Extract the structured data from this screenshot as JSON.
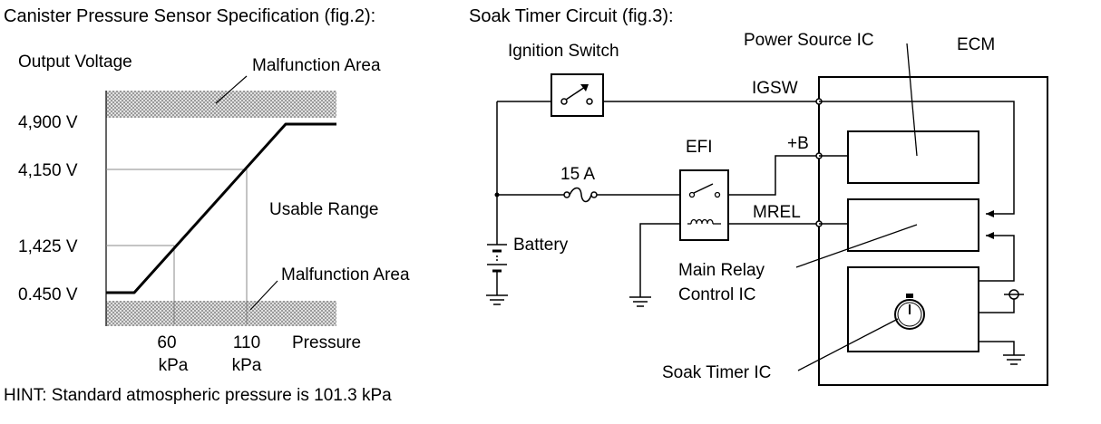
{
  "fig2": {
    "heading": "Canister Pressure Sensor Specification (fig.2):",
    "y_axis_label": "Output Voltage",
    "malfunction_upper": "Malfunction Area",
    "malfunction_lower": "Malfunction Area",
    "usable_range": "Usable Range",
    "v_tick_1": "4,900 V",
    "v_tick_2": "4,150 V",
    "v_tick_3": "1,425 V",
    "v_tick_4": "0.450 V",
    "p_tick_1_value": "60",
    "p_tick_1_unit": "kPa",
    "p_tick_2_value": "110",
    "p_tick_2_unit": "kPa",
    "x_axis_label": "Pressure",
    "hint": "HINT: Standard atmospheric pressure is 101.3 kPa"
  },
  "fig3": {
    "heading": "Soak Timer Circuit (fig.3):",
    "ignition_switch": "Ignition Switch",
    "power_source_ic": "Power Source IC",
    "ecm": "ECM",
    "igsw": "IGSW",
    "plus_b": "+B",
    "efi": "EFI",
    "fuse": "15 A",
    "mrel": "MREL",
    "battery": "Battery",
    "main_relay_line1": "Main Relay",
    "main_relay_line2": "Control IC",
    "soak_timer_ic": "Soak Timer IC"
  },
  "colors": {
    "ink": "#000000",
    "hatch": "#9a9a9a",
    "guide": "#888888"
  }
}
